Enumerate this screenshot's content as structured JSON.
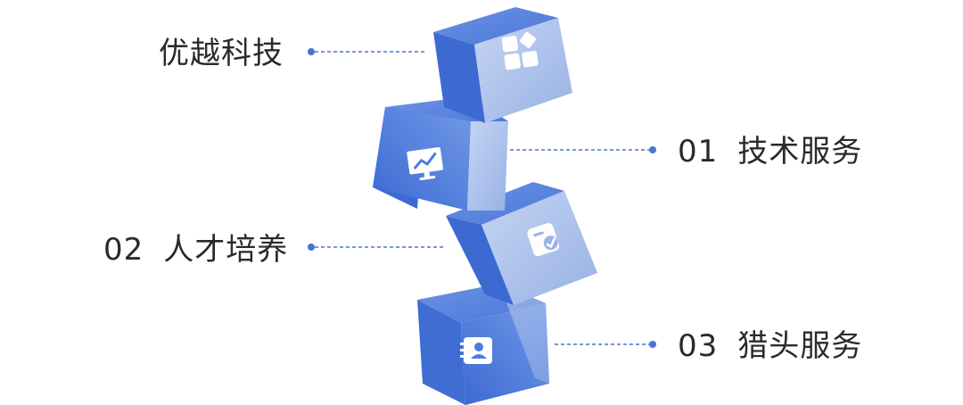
{
  "title": "优越科技",
  "items": [
    {
      "num": "01",
      "text": "技术服务",
      "icon": "presentation-chart-icon"
    },
    {
      "num": "02",
      "text": "人才培养",
      "icon": "certificate-badge-icon"
    },
    {
      "num": "03",
      "text": "猎头服务",
      "icon": "contact-book-icon"
    }
  ],
  "top_icon": "apps-grid-icon",
  "colors": {
    "cube_front_dark": "#3f6fd6",
    "cube_front_light": "#6f96e6",
    "cube_side": "#aec2ec",
    "cube_top": "#93b0ea",
    "connector": "#4a74cf",
    "text": "#2a2a2a"
  }
}
